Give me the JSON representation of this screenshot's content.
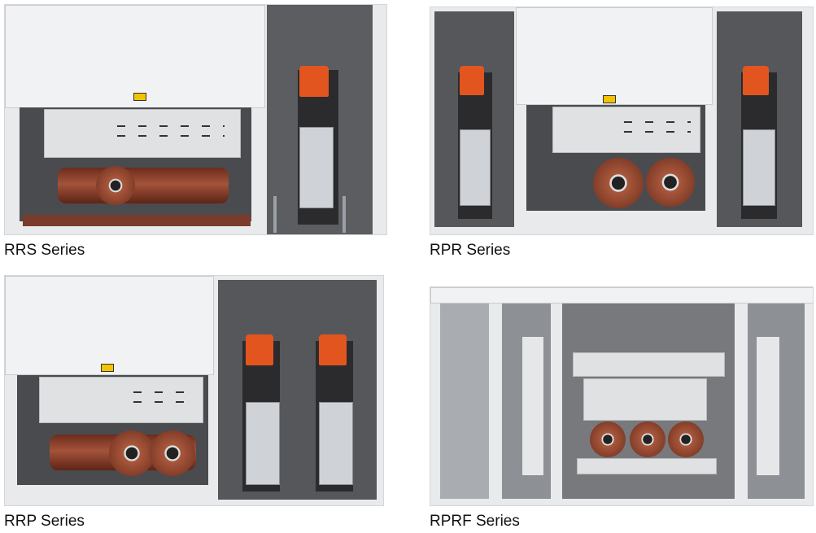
{
  "figures": [
    {
      "caption": "RRS Series"
    },
    {
      "caption": "RPR Series"
    },
    {
      "caption": "RRP Series"
    },
    {
      "caption": "RPRF Series"
    }
  ],
  "colors": {
    "belt_head": "#e2551f",
    "roller": "#a4533a",
    "panel": "#f1f2f3"
  }
}
